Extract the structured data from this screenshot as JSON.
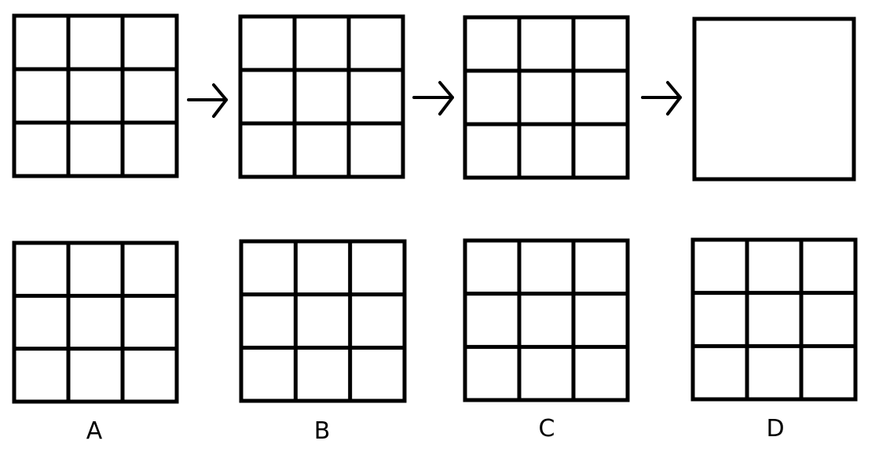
{
  "puzzle": {
    "sequence_panels": [
      {
        "grid": "3x3"
      },
      {
        "grid": "3x3"
      },
      {
        "grid": "3x3"
      },
      {
        "grid": "empty"
      }
    ],
    "options": [
      {
        "label": "A",
        "grid": "3x3"
      },
      {
        "label": "B",
        "grid": "3x3"
      },
      {
        "label": "C",
        "grid": "3x3"
      },
      {
        "label": "D",
        "grid": "3x3"
      }
    ],
    "colors": {
      "stroke": "#000000",
      "background": "#ffffff"
    }
  }
}
